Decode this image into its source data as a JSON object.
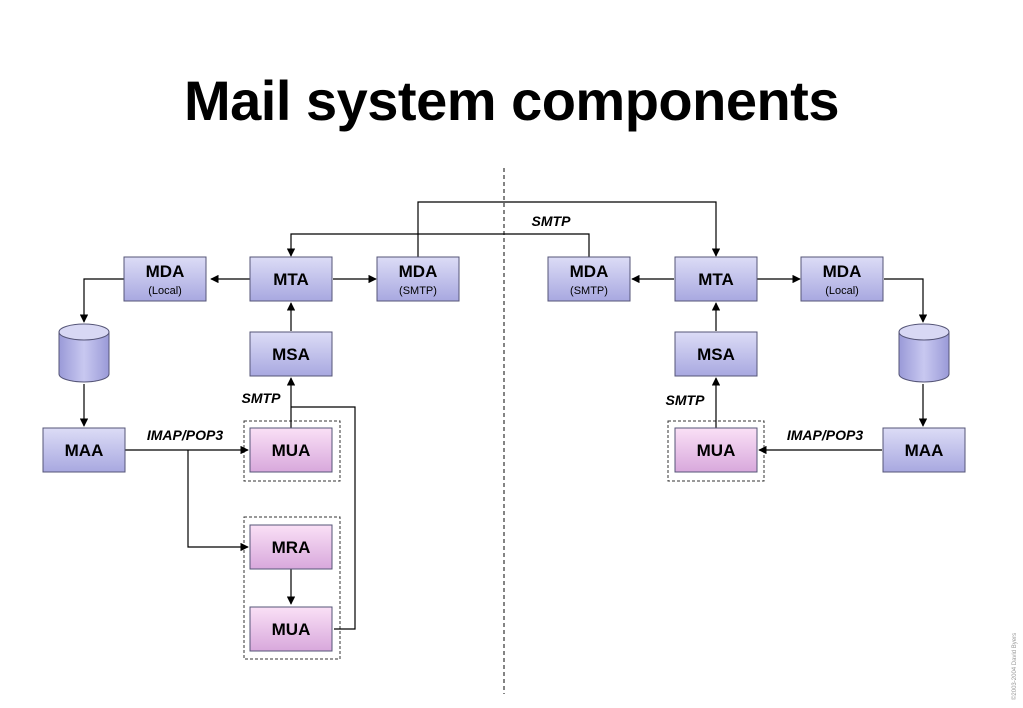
{
  "title": "Mail system components",
  "colors": {
    "blue_box_top": "#dcdcf6",
    "blue_box_bottom": "#a8a8e0",
    "pink_box_top": "#f8dcf4",
    "pink_box_bottom": "#d8a8dc",
    "stroke": "#555577"
  },
  "nodes": {
    "left_mda_local": {
      "label": "MDA",
      "sub": "(Local)"
    },
    "left_mta": {
      "label": "MTA"
    },
    "left_mda_smtp": {
      "label": "MDA",
      "sub": "(SMTP)"
    },
    "left_msa": {
      "label": "MSA"
    },
    "left_maa": {
      "label": "MAA"
    },
    "left_mua_1": {
      "label": "MUA"
    },
    "left_mra": {
      "label": "MRA"
    },
    "left_mua_2": {
      "label": "MUA"
    },
    "right_mda_smtp": {
      "label": "MDA",
      "sub": "(SMTP)"
    },
    "right_mta": {
      "label": "MTA"
    },
    "right_mda_local": {
      "label": "MDA",
      "sub": "(Local)"
    },
    "right_msa": {
      "label": "MSA"
    },
    "right_mua": {
      "label": "MUA"
    },
    "right_maa": {
      "label": "MAA"
    }
  },
  "protocols": {
    "smtp_top": "SMTP",
    "smtp_left": "SMTP",
    "smtp_right": "SMTP",
    "imap_left": "IMAP/POP3",
    "imap_right": "IMAP/POP3"
  },
  "copyright": "©2003-2004 David Byers"
}
